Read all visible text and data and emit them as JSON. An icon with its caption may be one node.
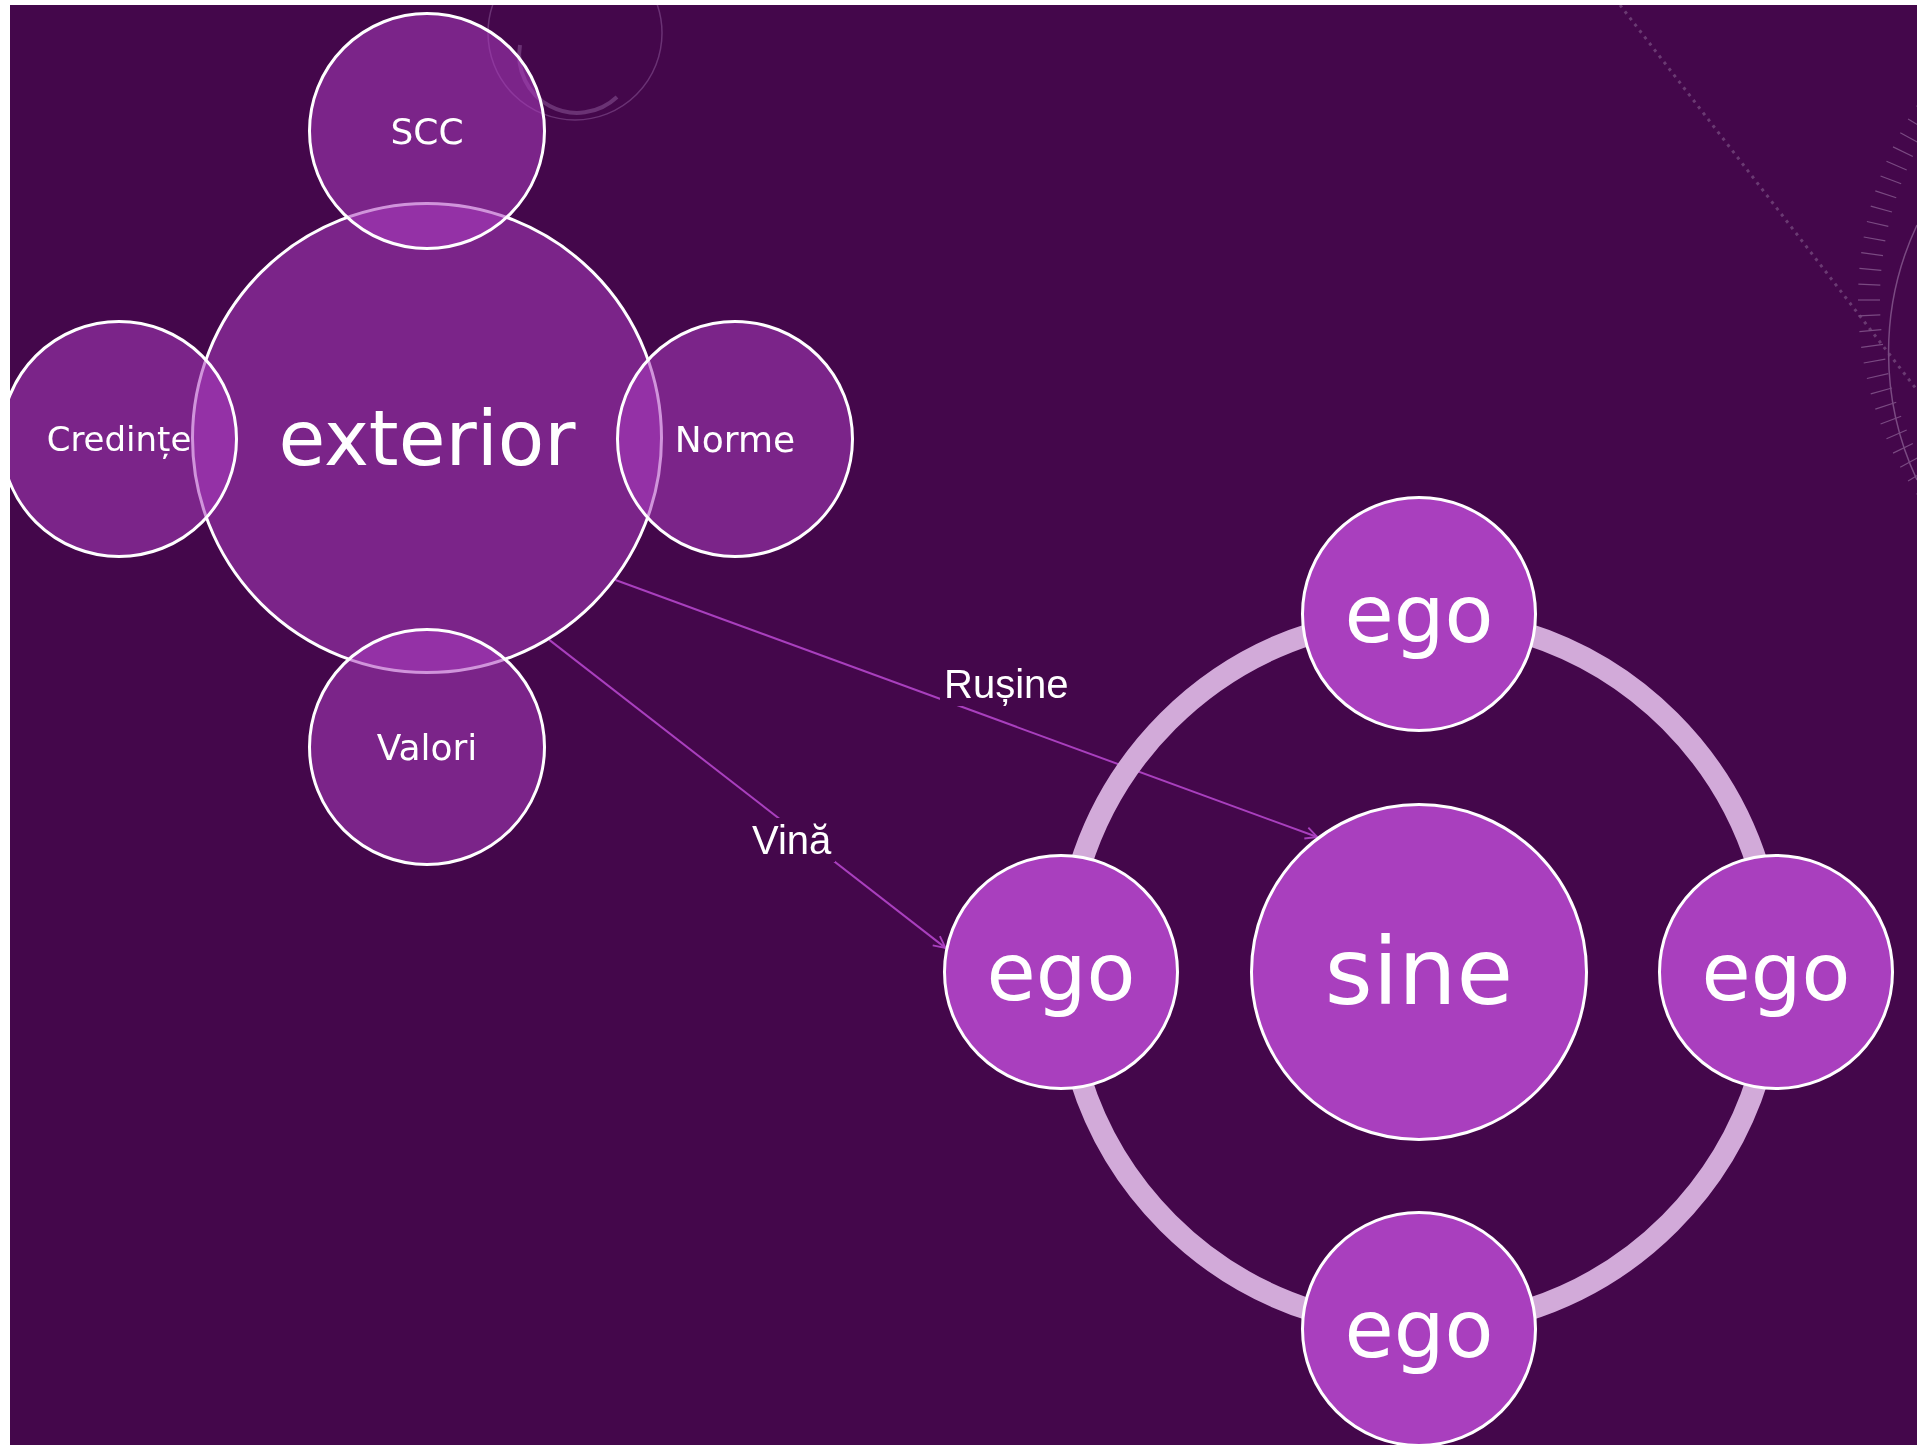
{
  "diagram": {
    "nodes": [
      {
        "text": [
          "exterior"
        ]
      },
      {
        "text": [
          "SCC"
        ]
      },
      {
        "text": [
          "Credințe"
        ]
      },
      {
        "text": [
          "Norme"
        ]
      },
      {
        "text": [
          "Valori"
        ]
      },
      {
        "text": [
          "sine"
        ]
      },
      {
        "text": [
          "ego"
        ]
      },
      {
        "text": [
          "ego"
        ]
      },
      {
        "text": [
          "ego"
        ]
      },
      {
        "text": [
          "ego"
        ]
      }
    ],
    "edges": [
      {
        "from": 0,
        "to": 5,
        "arrow": "to",
        "label": "Rușine",
        "color": "#a93fbe"
      },
      {
        "from": 0,
        "to": 7,
        "arrow": "to",
        "label": "Vină",
        "color": "#a93fbe"
      },
      {
        "from": 6,
        "to": 8,
        "arrow": "none"
      },
      {
        "from": 8,
        "to": 9,
        "arrow": "none"
      },
      {
        "from": 9,
        "to": 7,
        "arrow": "none"
      },
      {
        "from": 7,
        "to": 6,
        "arrow": "none"
      }
    ]
  }
}
